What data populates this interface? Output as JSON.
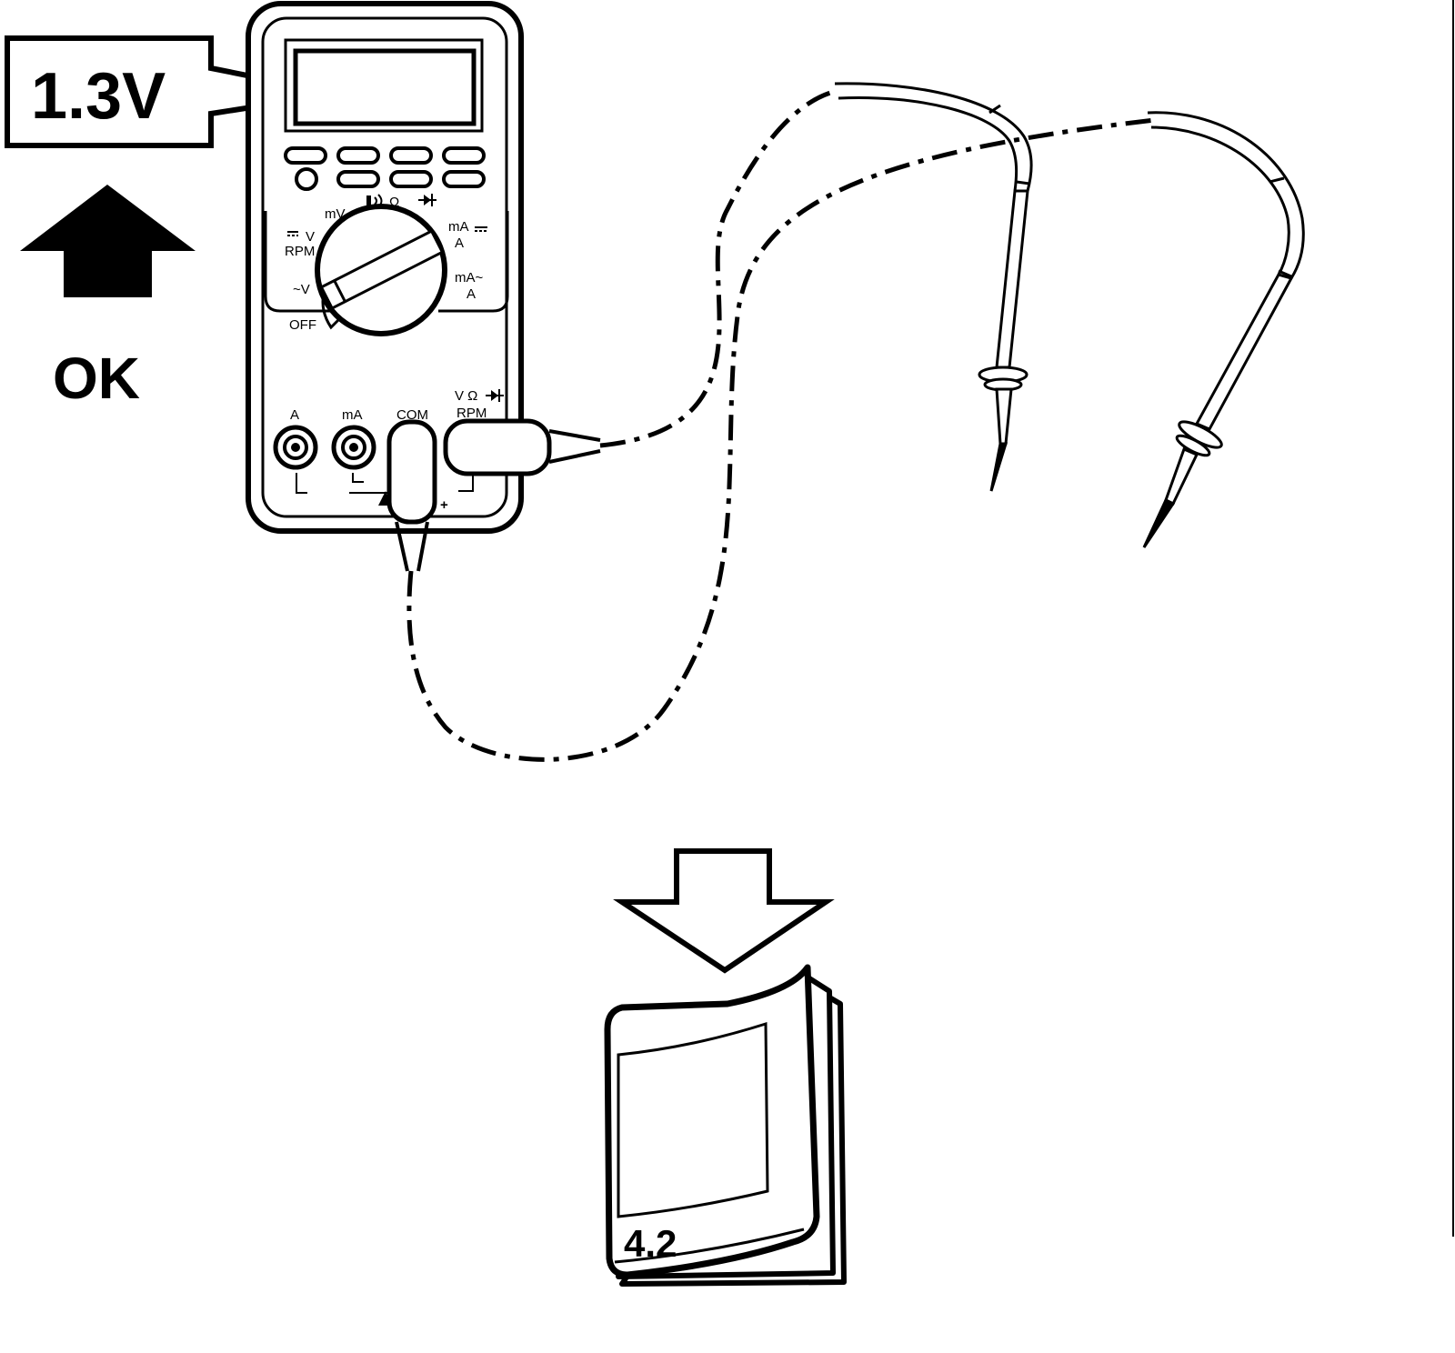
{
  "callout": {
    "reading": "1.3V"
  },
  "status": {
    "label": "OK"
  },
  "meter": {
    "dial_labels": {
      "mv": "mV",
      "ohm": "Ω",
      "dc_v": "V",
      "rpm": "RPM",
      "ac_v": "~V",
      "off": "OFF",
      "ma_dc": "mA",
      "a_dc": "A",
      "ma_ac": "mA~",
      "a_ac": "A"
    },
    "jack_labels": {
      "a": "A",
      "ma": "mA",
      "com": "COM",
      "v_ohm": "V Ω",
      "rpm": "RPM"
    }
  },
  "manual": {
    "section": "4.2"
  },
  "colors": {
    "ink": "#000000",
    "paper": "#ffffff"
  }
}
